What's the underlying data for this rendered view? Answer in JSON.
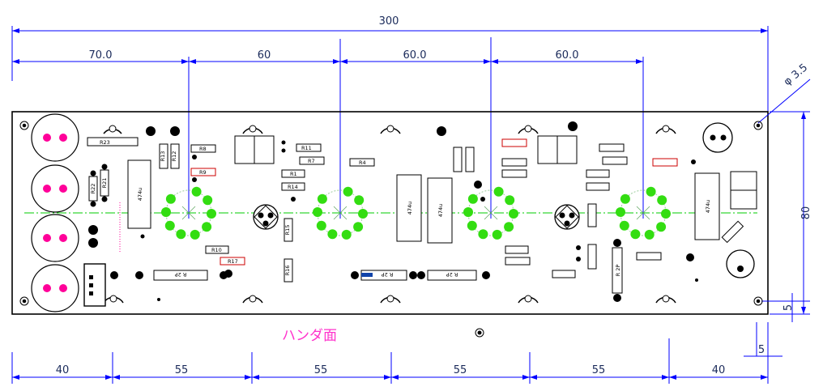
{
  "dims_top": {
    "overall": "300",
    "seg1": "70.0",
    "seg2": "60",
    "seg3": "60.0",
    "seg4": "60.0"
  },
  "dims_bottom": [
    "40",
    "55",
    "55",
    "55",
    "55",
    "40"
  ],
  "dims_right": {
    "height": "80",
    "margin": "5",
    "bottom_margin": "5",
    "hole": "φ 3.5"
  },
  "side_label": "ハンダ面",
  "components": {
    "r23": "R23",
    "r21": "R21",
    "r22": "R22",
    "r13": "R13",
    "r12": "R12",
    "r8a": "R8",
    "r9a": "R9",
    "r11a": "R11",
    "r7a": "R7",
    "r1a": "R1",
    "r14a": "R14",
    "r4a": "R4",
    "r15": "R15",
    "r16": "R16",
    "r10a": "R10",
    "r17a": "R17",
    "c1": "474u",
    "c2": "474u",
    "c3": "474u",
    "c4": "474u",
    "r2p1": "R 2P",
    "r2p2": "R 2P",
    "r2p3": "R 2P",
    "r2p4": "R 2P"
  },
  "colors": {
    "board_outline": "#000000",
    "dimension": "#0000ff",
    "tube_socket": "#33dd11",
    "hole_pink": "#ff0099",
    "label_pink": "#ff33cc",
    "center_line": "#00cc00"
  }
}
